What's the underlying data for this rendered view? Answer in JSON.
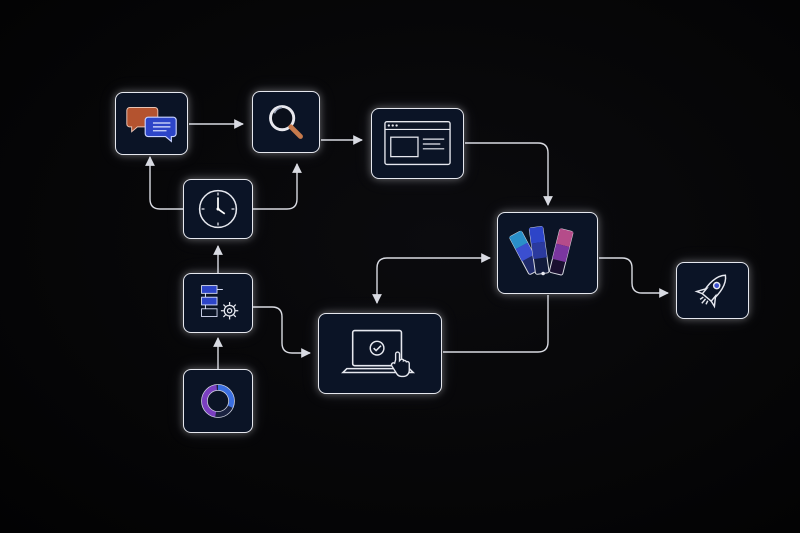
{
  "diagram": {
    "type": "flow",
    "nodes": [
      {
        "id": "chat",
        "icon": "chat-bubbles-icon"
      },
      {
        "id": "search",
        "icon": "magnifier-icon"
      },
      {
        "id": "browser",
        "icon": "browser-window-icon"
      },
      {
        "id": "clock",
        "icon": "clock-icon"
      },
      {
        "id": "palette",
        "icon": "color-swatches-icon"
      },
      {
        "id": "rocket",
        "icon": "rocket-icon"
      },
      {
        "id": "flowchart",
        "icon": "flowchart-gear-icon"
      },
      {
        "id": "laptop",
        "icon": "laptop-check-touch-icon"
      },
      {
        "id": "donut",
        "icon": "donut-chart-icon"
      }
    ],
    "edges": [
      {
        "from": "chat",
        "to": "search"
      },
      {
        "from": "search",
        "to": "browser"
      },
      {
        "from": "browser",
        "to": "palette"
      },
      {
        "from": "clock",
        "to": "chat"
      },
      {
        "from": "clock",
        "to": "search"
      },
      {
        "from": "flowchart",
        "to": "clock"
      },
      {
        "from": "donut",
        "to": "flowchart"
      },
      {
        "from": "flowchart",
        "to": "laptop"
      },
      {
        "from": "palette",
        "to": "laptop"
      },
      {
        "from": "laptop",
        "to": "palette"
      },
      {
        "from": "palette",
        "to": "rocket"
      }
    ],
    "colors": {
      "background": "#050506",
      "node_fill": "#0b1426",
      "node_border": "#e6e8ef",
      "connector": "#d9dbe2",
      "accent_blue": "#3b4fd0",
      "accent_orange": "#b4532f",
      "accent_purple": "#8a3fa8",
      "accent_teal": "#2a8fc9"
    }
  }
}
